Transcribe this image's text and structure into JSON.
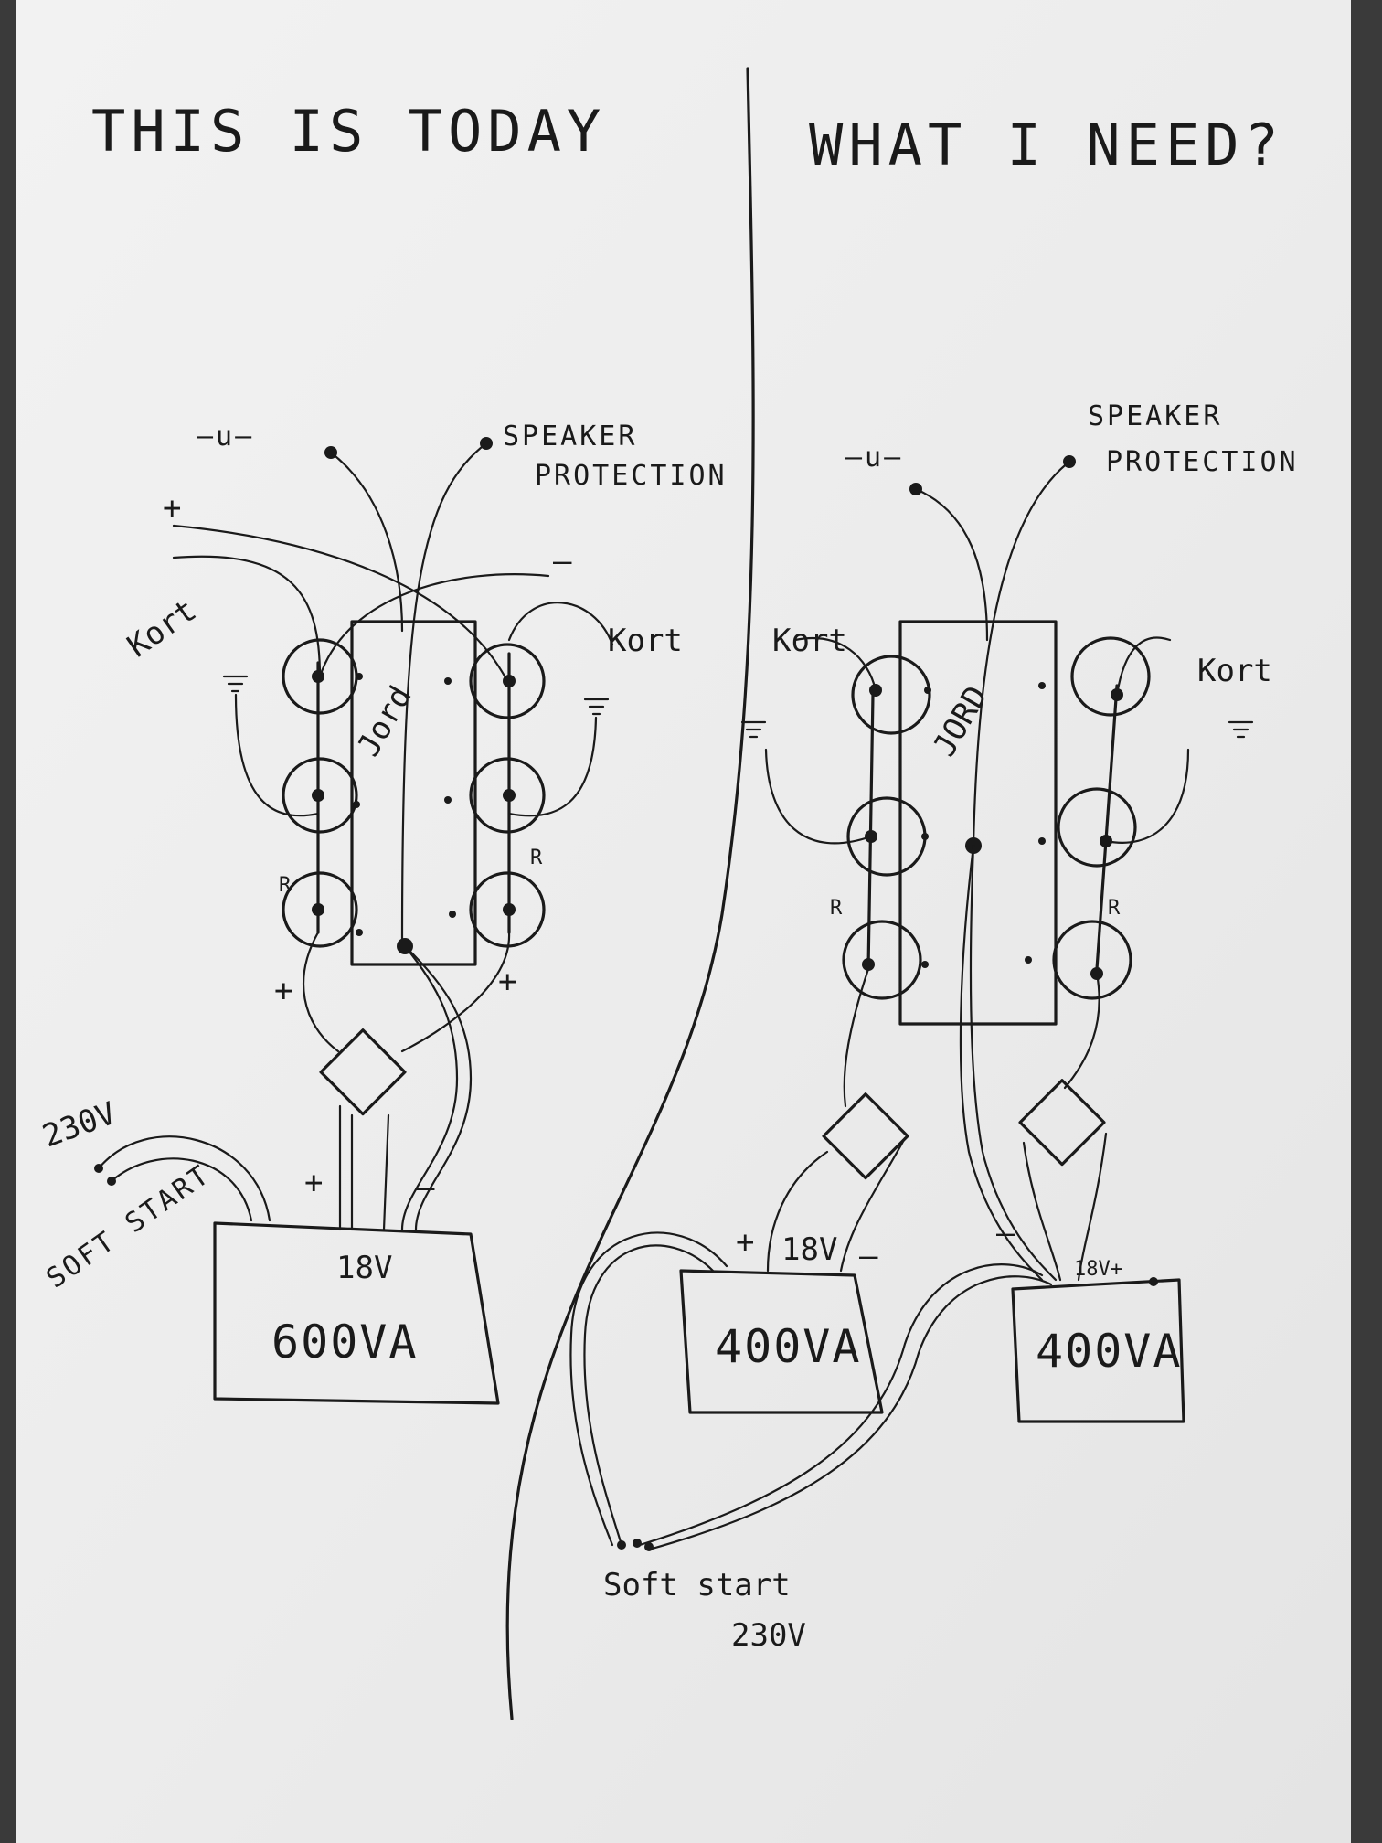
{
  "left": {
    "heading": "THIS IS TODAY",
    "minus_u": "—u—",
    "speaker_protection_line1": "SPEAKER",
    "speaker_protection_line2": "PROTECTION",
    "plus": "+",
    "minus": "–",
    "kort_left": "Kort",
    "kort_right": "Kort",
    "jord": "Jord",
    "r_left": "R",
    "r_right": "R",
    "plus_left": "+",
    "plus_right": "+",
    "input_230v": "230V",
    "soft_start": "SOFT START",
    "transformer_voltage": "18V",
    "transformer_rating": "600VA",
    "trafo_plus": "+",
    "trafo_minus": "–"
  },
  "right": {
    "heading": "WHAT I NEED?",
    "minus_u": "—u—",
    "speaker_protection_line1": "SPEAKER",
    "speaker_protection_line2": "PROTECTION",
    "kort_left": "Kort",
    "kort_right": "Kort",
    "jord": "JORD",
    "r_left": "R",
    "r_right": "R",
    "transformer_left_voltage": "18V",
    "transformer_right_voltage": "18V+",
    "transformer_left_rating": "400VA",
    "transformer_right_rating": "400VA",
    "soft_start": "Soft start",
    "input_230v": "230V"
  },
  "colors": {
    "paper": "#ececec",
    "ink": "#1a1a1a",
    "background": "#3a3a3a"
  }
}
